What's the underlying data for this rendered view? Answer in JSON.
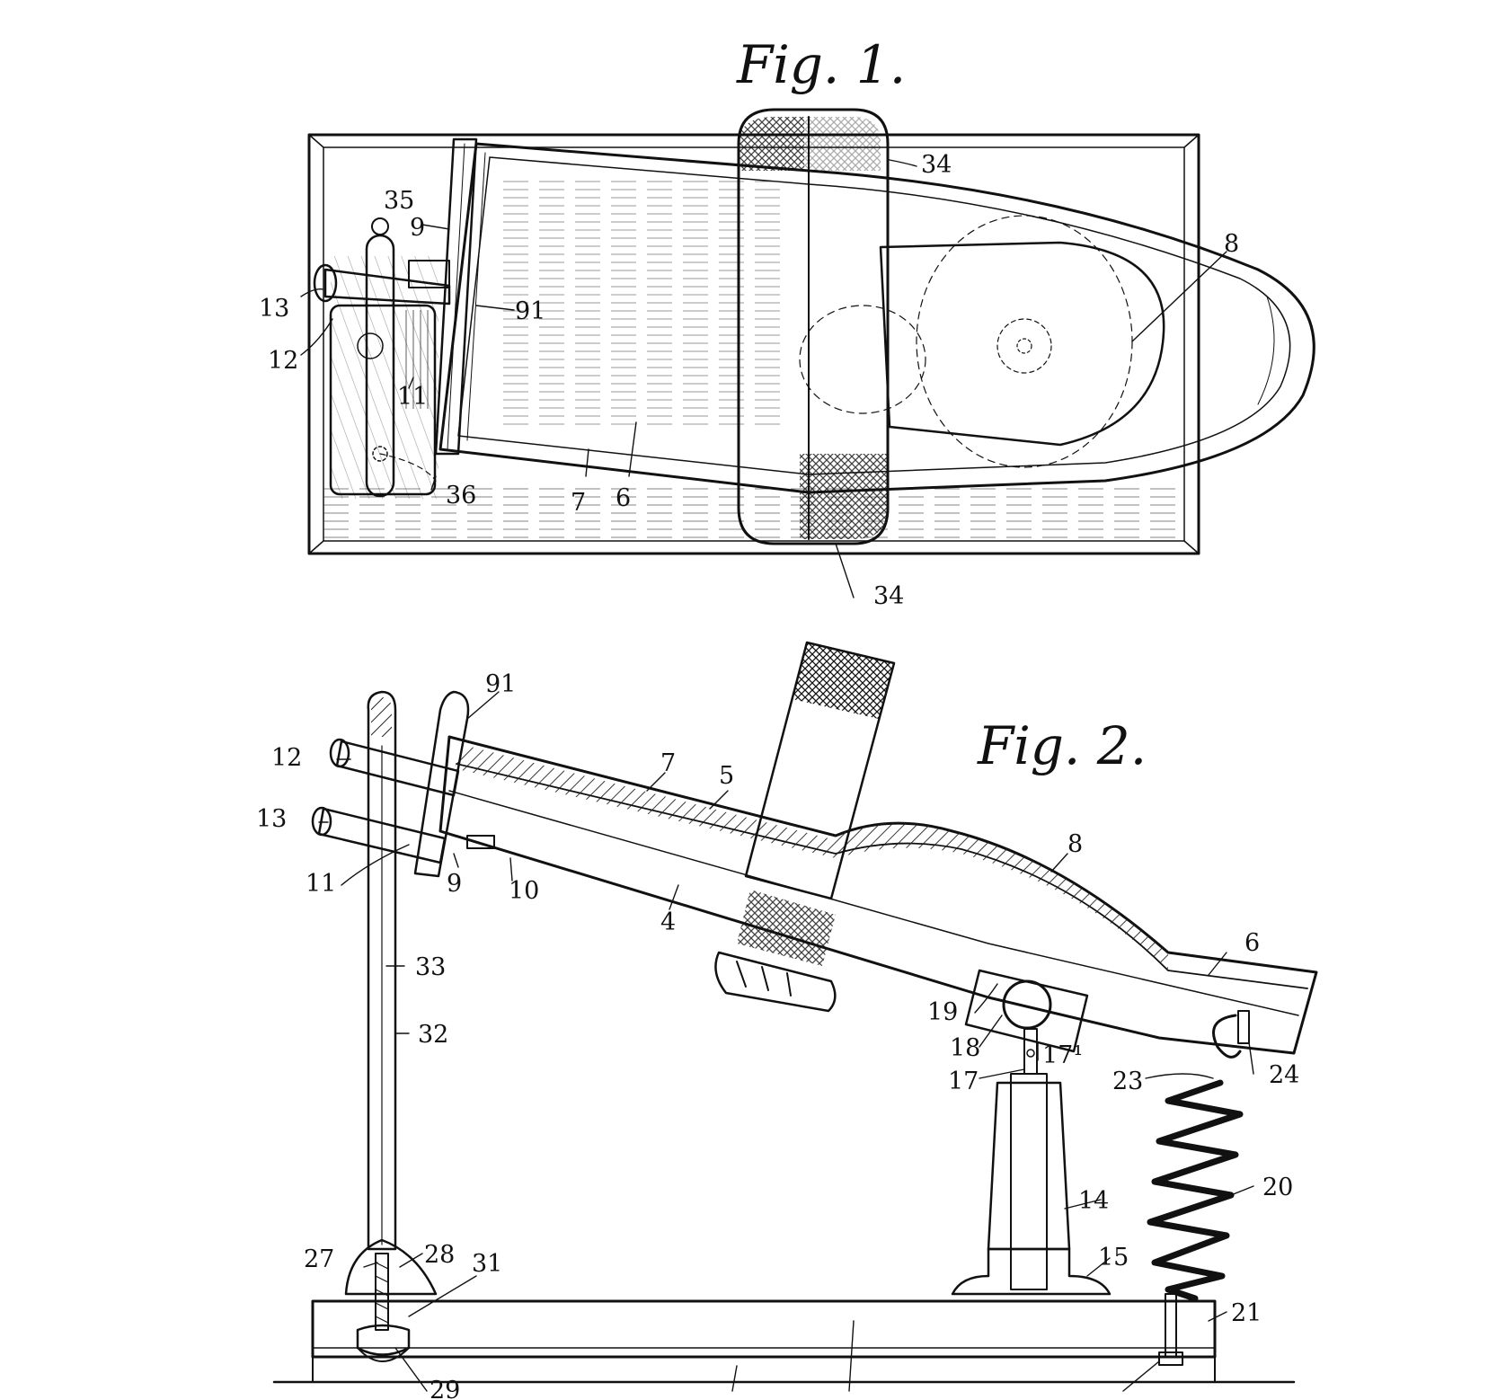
{
  "figures": {
    "fig1": {
      "title": "Fig. 1."
    },
    "fig2": {
      "title": "Fig. 2."
    }
  },
  "fig1_labels": {
    "l35": "35",
    "l9": "9",
    "l13": "13",
    "l12": "12",
    "l11": "11",
    "l91": "91",
    "l36": "36",
    "l7": "7",
    "l6": "6",
    "l34a": "34",
    "l34b": "34",
    "l8": "8"
  },
  "fig2_labels": {
    "l91": "91",
    "l12": "12",
    "l13": "13",
    "l11": "11",
    "l9": "9",
    "l10": "10",
    "l7": "7",
    "l5": "5",
    "l4": "4",
    "l8": "8",
    "l6": "6",
    "l19": "19",
    "l18": "18",
    "l17a": "17¹",
    "l17": "17",
    "l23": "23",
    "l24": "24",
    "l33": "33",
    "l32": "32",
    "l14": "14",
    "l20": "20",
    "l15": "15",
    "l27": "27",
    "l28": "28",
    "l31": "31",
    "l21": "21",
    "l29": "29"
  }
}
